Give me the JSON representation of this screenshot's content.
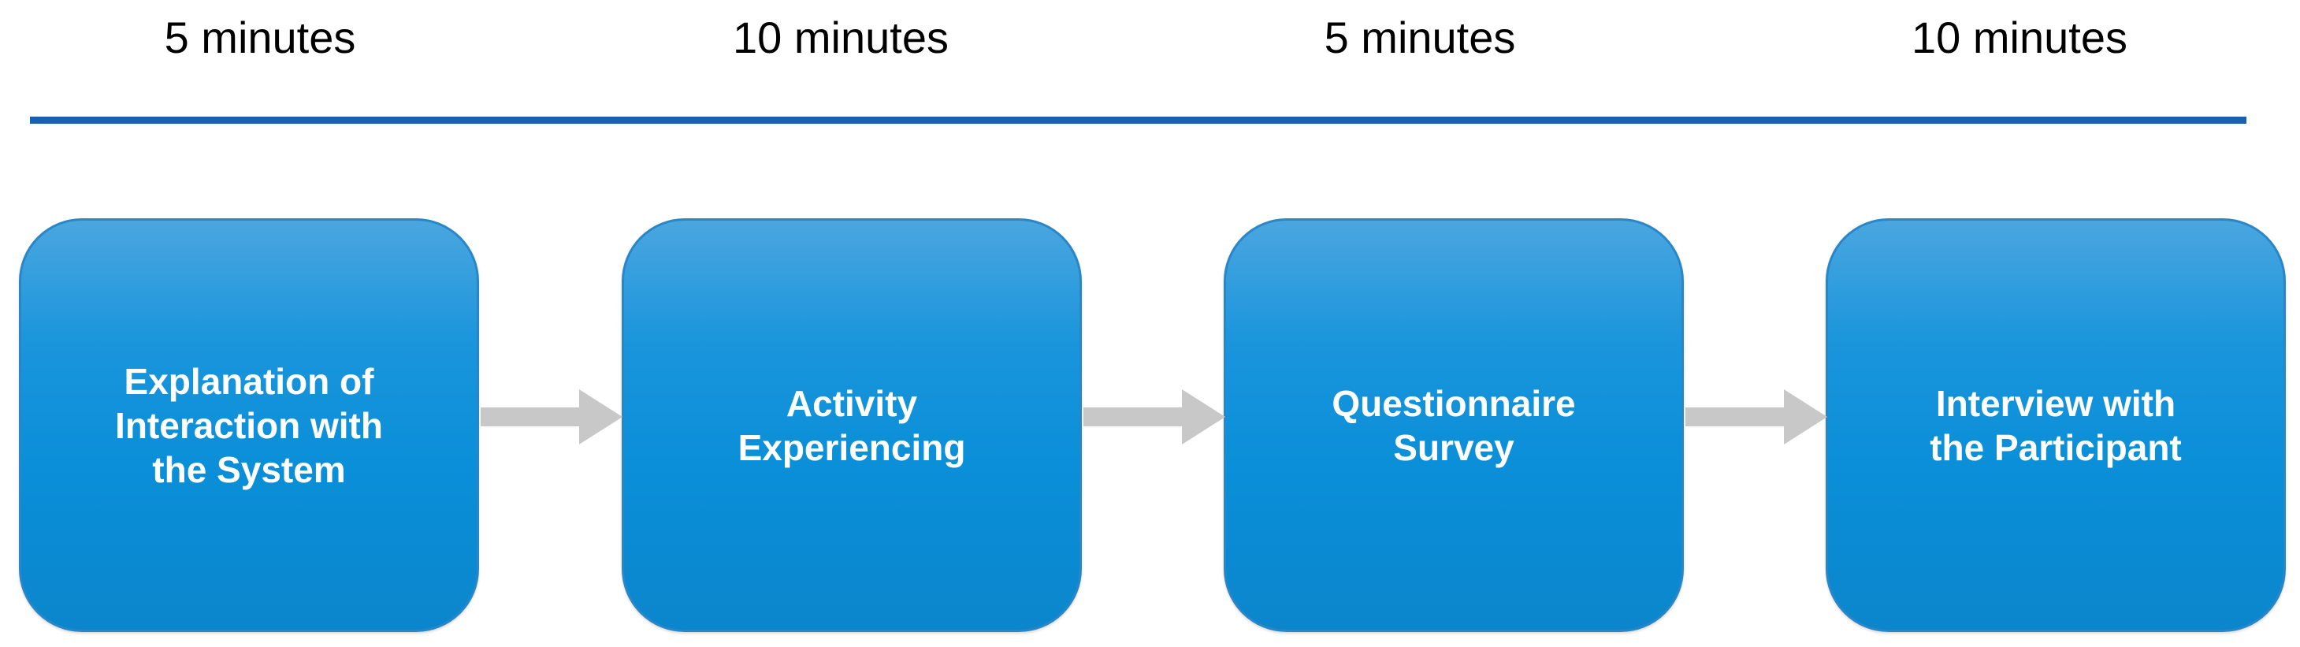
{
  "durations": [
    "5 minutes",
    "10 minutes",
    "5 minutes",
    "10 minutes"
  ],
  "steps": [
    {
      "label": "Explanation of\nInteraction with\nthe System"
    },
    {
      "label": "Activity\nExperiencing"
    },
    {
      "label": "Questionnaire\nSurvey"
    },
    {
      "label": "Interview with\nthe Participant"
    }
  ],
  "colors": {
    "timeline": "#1a5fb4",
    "box_top": "#4aa6df",
    "box_bottom": "#0b86cc",
    "arrow": "#c8c8c8",
    "label": "#ffffff"
  }
}
